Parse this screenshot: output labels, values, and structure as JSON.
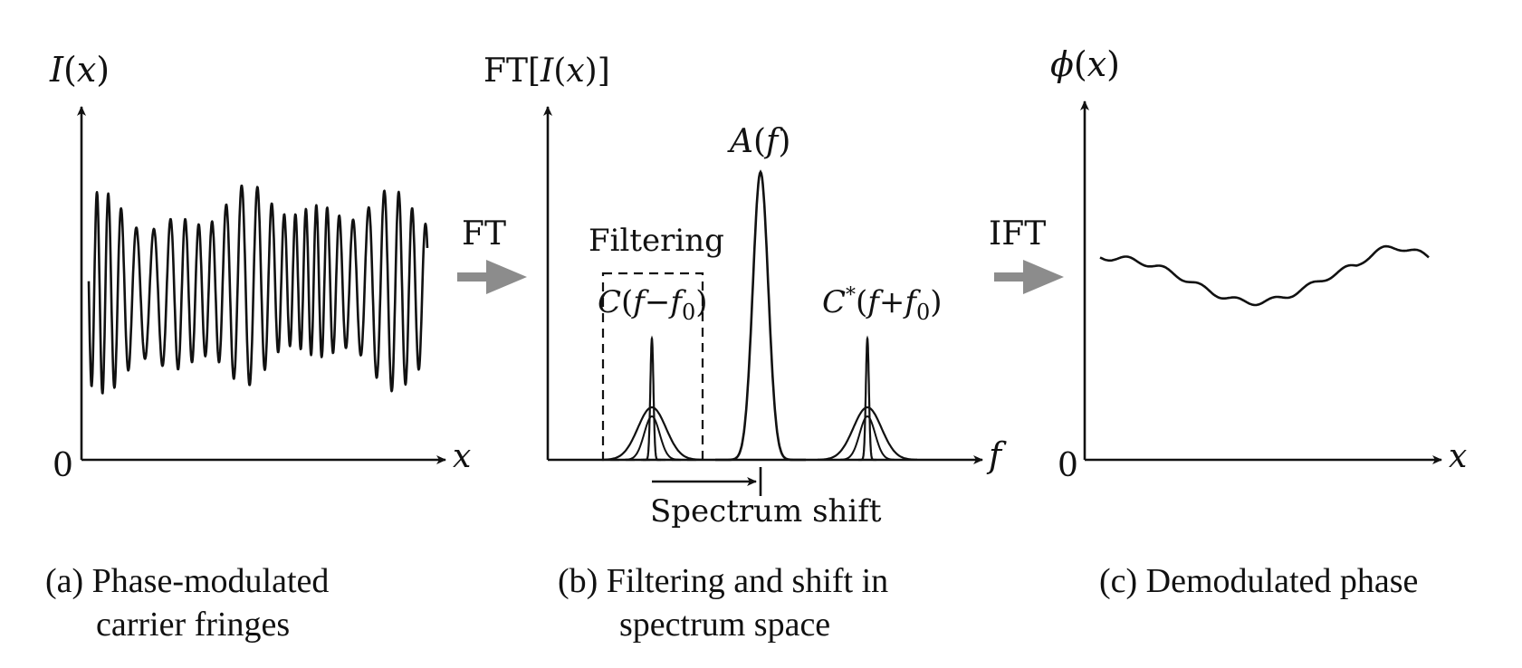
{
  "panel_a": {
    "y_axis_label_fn": "I",
    "y_axis_label_arg": "x",
    "origin_label": "0",
    "x_axis_label": "x",
    "caption_line1": "(a) Phase-modulated",
    "caption_line2": "carrier fringes"
  },
  "arrow_ft": {
    "label": "FT"
  },
  "panel_b": {
    "y_axis_label_prefix": "FT[",
    "y_axis_label_fn": "I",
    "y_axis_label_arg": "x",
    "y_axis_label_suffix": "]",
    "x_axis_label": "f",
    "filter_label": "Filtering",
    "peak_center_label_fn": "A",
    "peak_center_label_arg": "f",
    "peak_left_label_fn": "C",
    "peak_left_label_arg": "f",
    "peak_left_label_op": "−",
    "peak_left_label_sym": "f",
    "peak_left_label_sub": "0",
    "peak_right_label_fn": "C",
    "peak_right_label_sup": "*",
    "peak_right_label_arg": "f",
    "peak_right_label_op": "+",
    "peak_right_label_sym": "f",
    "peak_right_label_sub": "0",
    "shift_label": "Spectrum shift",
    "caption_line1": "(b) Filtering and shift in",
    "caption_line2": "spectrum space"
  },
  "arrow_ift": {
    "label": "IFT"
  },
  "panel_c": {
    "y_axis_label_fn": "ϕ",
    "y_axis_label_arg": "x",
    "origin_label": "0",
    "x_axis_label": "x",
    "caption_line1": "(c) Demodulated phase"
  },
  "colors": {
    "ink": "#111111",
    "arrow_gray": "#8c8c8c"
  }
}
